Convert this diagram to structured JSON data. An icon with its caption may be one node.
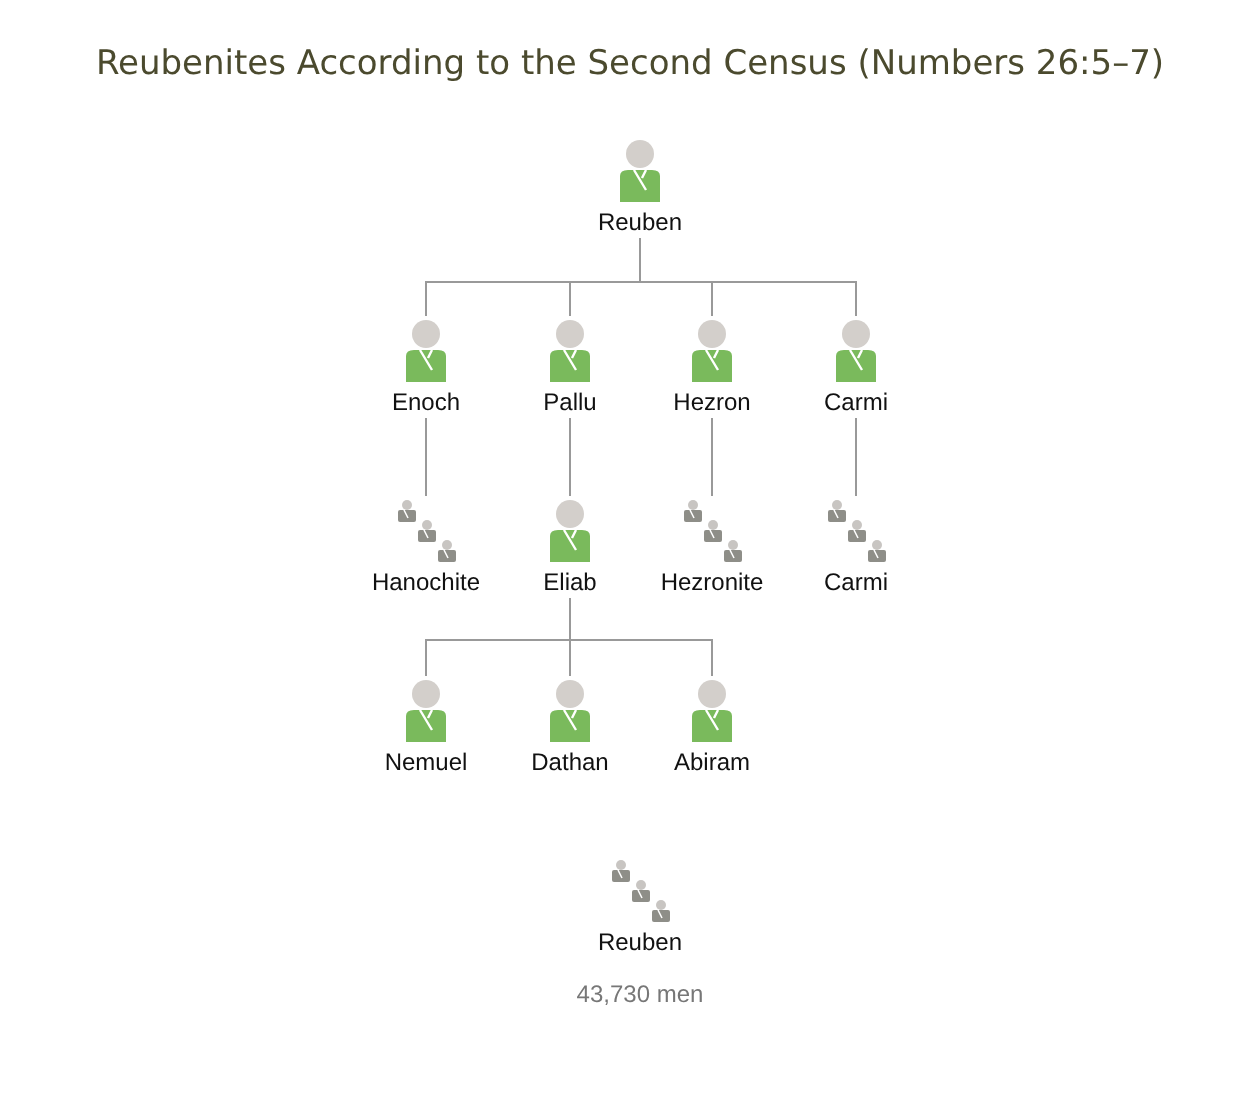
{
  "diagram": {
    "title": "Reubenites According to the Second Census (Numbers 26:5–7)",
    "nodes": [
      {
        "text": [
          "Reuben"
        ]
      },
      {
        "text": [
          "Enoch"
        ]
      },
      {
        "text": [
          "Pallu"
        ]
      },
      {
        "text": [
          "Hezron"
        ]
      },
      {
        "text": [
          "Carmi"
        ]
      },
      {
        "text": [
          "Hanochite"
        ]
      },
      {
        "text": [
          "Eliab"
        ]
      },
      {
        "text": [
          "Hezronite"
        ]
      },
      {
        "text": [
          "Carmi"
        ]
      },
      {
        "text": [
          "Nemuel"
        ]
      },
      {
        "text": [
          "Dathan"
        ]
      },
      {
        "text": [
          "Abiram"
        ]
      },
      {
        "text": [
          "Reuben"
        ],
        "beside": [
          "43,730 men"
        ]
      }
    ],
    "edges": [
      {
        "from": 0,
        "to": 1,
        "arrow": "none"
      },
      {
        "from": 0,
        "to": 2,
        "arrow": "none"
      },
      {
        "from": 0,
        "to": 3,
        "arrow": "none"
      },
      {
        "from": 0,
        "to": 4,
        "arrow": "none"
      },
      {
        "from": 1,
        "to": 5,
        "arrow": "none"
      },
      {
        "from": 2,
        "to": 6,
        "arrow": "none"
      },
      {
        "from": 3,
        "to": 7,
        "arrow": "none"
      },
      {
        "from": 4,
        "to": 8,
        "arrow": "none"
      },
      {
        "from": 6,
        "to": 9,
        "arrow": "none"
      },
      {
        "from": 6,
        "to": 10,
        "arrow": "none"
      },
      {
        "from": 6,
        "to": 11,
        "arrow": "none"
      }
    ]
  }
}
